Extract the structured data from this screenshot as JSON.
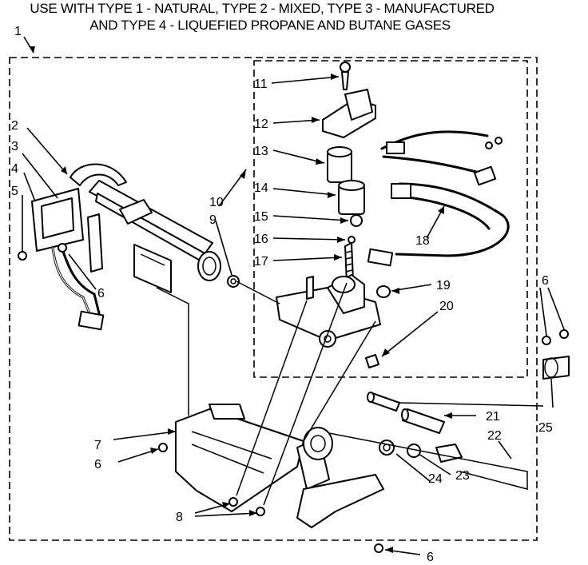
{
  "header": {
    "line1": "USE WITH TYPE 1 - NATURAL, TYPE 2 - MIXED, TYPE 3 - MANUFACTURED",
    "line2": "AND TYPE 4 - LIQUEFIED PROPANE AND BUTANE GASES"
  },
  "callouts": {
    "c1": "1",
    "c2": "2",
    "c3": "3",
    "c4": "4",
    "c5": "5",
    "c6a": "6",
    "c6b": "6",
    "c6c": "6",
    "c6d": "6",
    "c7": "7",
    "c8": "8",
    "c9": "9",
    "c10": "10",
    "c11": "11",
    "c12": "12",
    "c13": "13",
    "c14": "14",
    "c15": "15",
    "c16": "16",
    "c17": "17",
    "c18": "18",
    "c19": "19",
    "c20": "20",
    "c21": "21",
    "c22": "22",
    "c23": "23",
    "c24": "24",
    "c25": "25"
  },
  "colors": {
    "ink": "#000000",
    "paper": "#ffffff"
  }
}
